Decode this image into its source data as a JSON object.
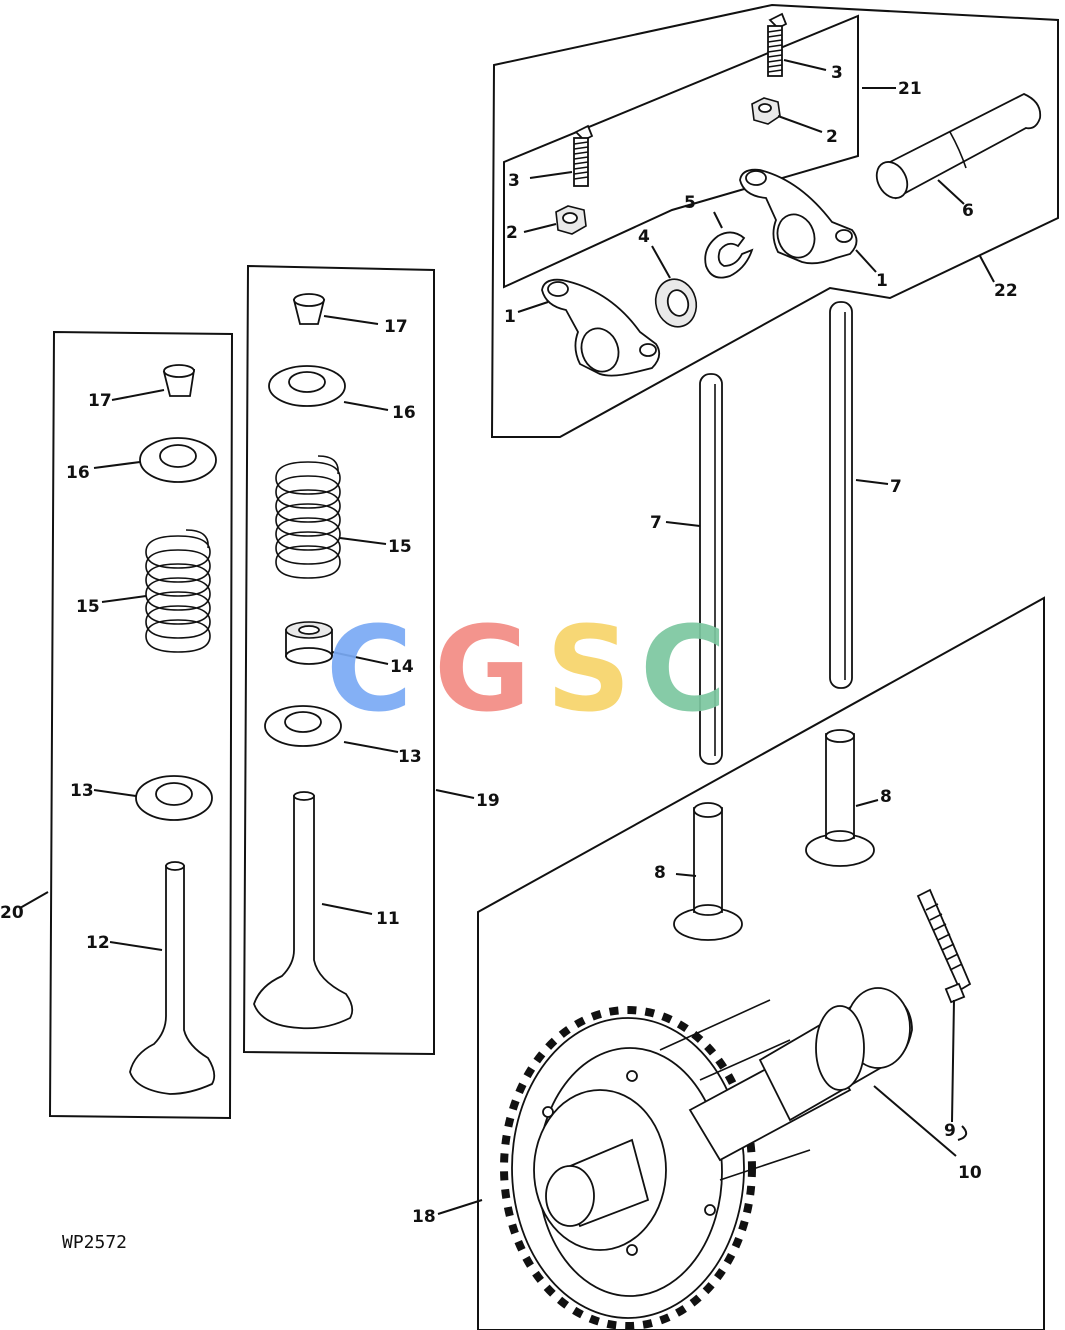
{
  "drawing_code": "WP2572",
  "watermark": {
    "letters": [
      {
        "char": "C",
        "color": "#7aaaf5"
      },
      {
        "char": "G",
        "color": "#f28c84"
      },
      {
        "char": "S",
        "color": "#f7d46a"
      },
      {
        "char": "C",
        "color": "#7cc7a0"
      }
    ]
  },
  "callouts": [
    {
      "id": "c3a",
      "text": "3"
    },
    {
      "id": "c21",
      "text": "21"
    },
    {
      "id": "c2a",
      "text": "2"
    },
    {
      "id": "c6",
      "text": "6"
    },
    {
      "id": "c3b",
      "text": "3"
    },
    {
      "id": "c5",
      "text": "5"
    },
    {
      "id": "c2b",
      "text": "2"
    },
    {
      "id": "c4",
      "text": "4"
    },
    {
      "id": "c1a",
      "text": "1"
    },
    {
      "id": "c22",
      "text": "22"
    },
    {
      "id": "c1b",
      "text": "1"
    },
    {
      "id": "c17a",
      "text": "17"
    },
    {
      "id": "c16a",
      "text": "16"
    },
    {
      "id": "c15a",
      "text": "15"
    },
    {
      "id": "c14",
      "text": "14"
    },
    {
      "id": "c13a",
      "text": "13"
    },
    {
      "id": "c19",
      "text": "19"
    },
    {
      "id": "c11",
      "text": "11"
    },
    {
      "id": "c17b",
      "text": "17"
    },
    {
      "id": "c16b",
      "text": "16"
    },
    {
      "id": "c15b",
      "text": "15"
    },
    {
      "id": "c13b",
      "text": "13"
    },
    {
      "id": "c20",
      "text": "20"
    },
    {
      "id": "c12",
      "text": "12"
    },
    {
      "id": "c7a",
      "text": "7"
    },
    {
      "id": "c7b",
      "text": "7"
    },
    {
      "id": "c8a",
      "text": "8"
    },
    {
      "id": "c8b",
      "text": "8"
    },
    {
      "id": "c9",
      "text": "9"
    },
    {
      "id": "c10",
      "text": "10"
    },
    {
      "id": "c18",
      "text": "18"
    }
  ]
}
